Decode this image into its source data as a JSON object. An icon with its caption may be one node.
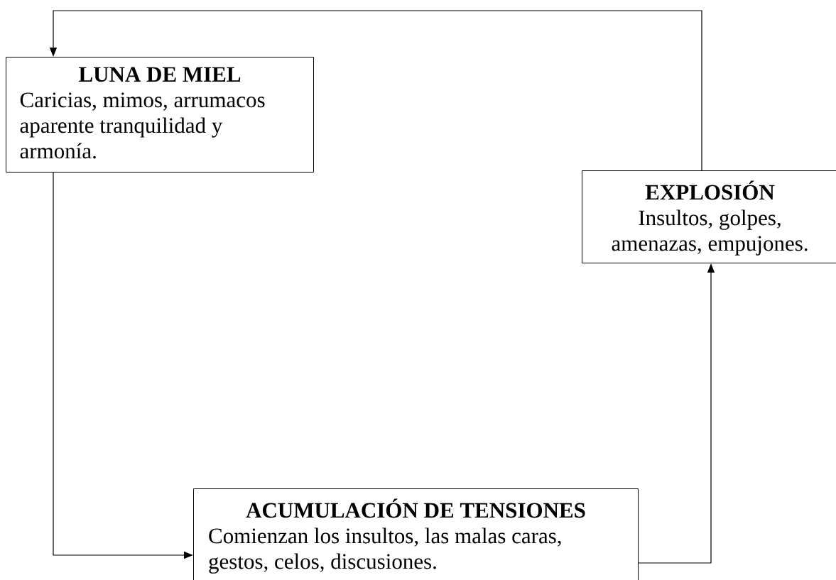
{
  "diagram": {
    "nodes": [
      {
        "text": [
          "LUNA DE MIEL",
          "Caricias, mimos, arrumacos aparente tranquilidad y armonía."
        ]
      },
      {
        "text": [
          "EXPLOSIÓN",
          "Insultos, golpes, amenazas, empujones."
        ]
      },
      {
        "text": [
          "ACUMULACIÓN DE TENSIONES",
          "Comienzan los insultos, las malas caras, gestos, celos, discusiones."
        ]
      }
    ],
    "edges": [
      {
        "from": 1,
        "to": 0,
        "arrow": "to"
      },
      {
        "from": 0,
        "to": 2,
        "arrow": "to"
      },
      {
        "from": 2,
        "to": 1,
        "arrow": "to"
      }
    ]
  }
}
